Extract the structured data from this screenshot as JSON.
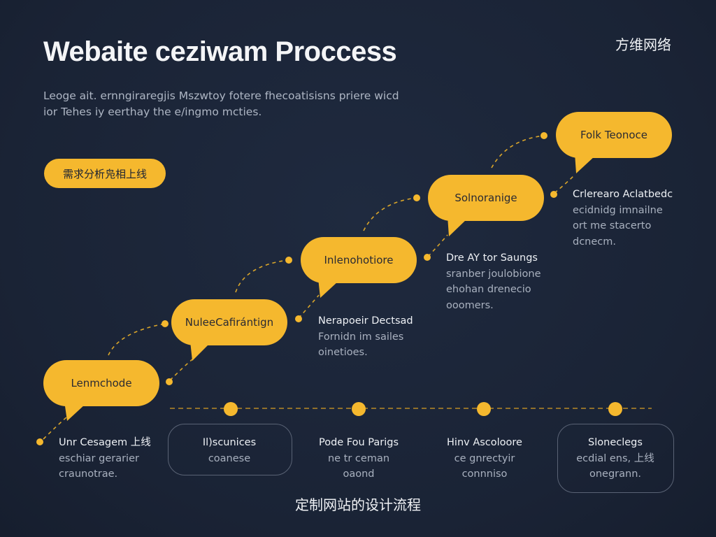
{
  "title": "Webaite ceziwam Proccess",
  "brand": "方维网络",
  "intro_lines": [
    "Leoge ait. ernngiraregjis Mszwtoy fotere fhecoatisisns priere wicd",
    "ior Tehes iy eerthay the e/ingmo mcties."
  ],
  "tag_pill": "需求分析凫相上线",
  "bubbles": [
    {
      "label": "Lenmchode"
    },
    {
      "label": "NuleeCafirántign"
    },
    {
      "label": "Inlenohotiore"
    },
    {
      "label": "Solnoranige"
    },
    {
      "label": "Folk Teonoce"
    }
  ],
  "step_descs": [
    {
      "title": "Nerapoeir Dectsad",
      "lines": [
        "Fornidn im sailes",
        "oinetioes."
      ]
    },
    {
      "title": "Dre AY tor Saungs",
      "lines": [
        "sranber joulobione",
        "ehohan drenecio",
        "ooomers."
      ]
    },
    {
      "title": "Crlerearo Aclatbedc",
      "lines": [
        "ecidnidg imnailne",
        "ort me stacerto",
        "dcnecm."
      ]
    }
  ],
  "bottom_left": {
    "title": "Unr Cesagem 上线",
    "lines": [
      "eschiar gerarier",
      "craunotrae."
    ]
  },
  "bottom_items": [
    {
      "title": "Il)scunices",
      "lines": [
        "coanese"
      ],
      "boxed": true
    },
    {
      "title": "Pode Fou Parigs",
      "lines": [
        "ne tr ceman",
        "oaond"
      ],
      "boxed": false
    },
    {
      "title": "Hinv Ascoloore",
      "lines": [
        "ce gnrectyir",
        "connniso"
      ],
      "boxed": false
    },
    {
      "title": "Sloneclegs",
      "lines": [
        "ecdial ens, 上线",
        "onegrann."
      ],
      "boxed": true
    }
  ],
  "caption": "定制网站的设计流程",
  "colors": {
    "accent": "#f5b82e",
    "background": "#1c2537",
    "line": "#d9a52a",
    "muted": "#a9b1bf"
  }
}
